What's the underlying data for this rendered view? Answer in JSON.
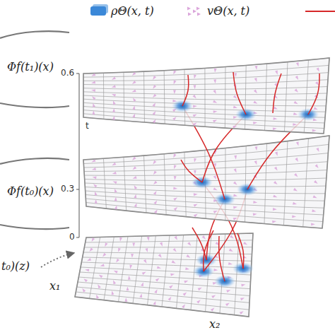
{
  "diagram": {
    "labels": [
      "Φf(t₁)(x)",
      "Φf(t₀)(x)",
      "t₀)(z)",
      "0.6",
      "t",
      "0.3",
      "0",
      "x₁",
      "x₂"
    ],
    "legend": [
      {
        "text": "ρΘ(x, t)",
        "color": "#3b88d8"
      },
      {
        "text": "vΘ(x, t)"
      }
    ]
  }
}
